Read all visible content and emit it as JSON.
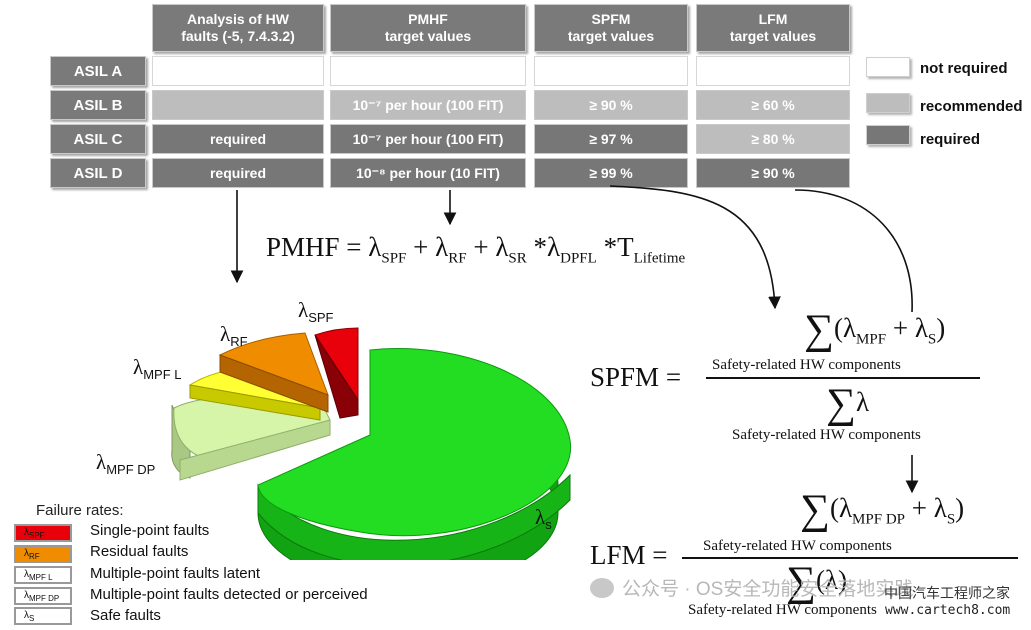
{
  "table": {
    "headers": [
      {
        "line1": "Analysis of HW",
        "line2": "faults (-5, 7.4.3.2)"
      },
      {
        "line1": "PMHF",
        "line2": "target values"
      },
      {
        "line1": "SPFM",
        "line2": "target values"
      },
      {
        "line1": "LFM",
        "line2": "target values"
      }
    ],
    "rows": [
      {
        "label": "ASIL A",
        "cells": [
          "",
          "",
          "",
          ""
        ]
      },
      {
        "label": "ASIL B",
        "cells": [
          "",
          "10⁻⁷ per hour (100 FIT)",
          "≥ 90 %",
          "≥ 60 %"
        ]
      },
      {
        "label": "ASIL C",
        "cells": [
          "required",
          "10⁻⁷ per hour (100 FIT)",
          "≥ 97 %",
          "≥ 80 %"
        ]
      },
      {
        "label": "ASIL D",
        "cells": [
          "required",
          "10⁻⁸ per hour (10 FIT)",
          "≥ 99 %",
          "≥ 90 %"
        ]
      }
    ]
  },
  "legend": {
    "not_required": "not required",
    "recommended": "recommended",
    "required": "required"
  },
  "colors": {
    "not_required": "#ffffff",
    "recommended": "#bdbdbd",
    "required": "#777777",
    "spf": "#e8000b",
    "rf": "#f08c00",
    "mpf_l": "#ffff33",
    "mpf_dp": "#d6f5a8",
    "safe": "#22dd22"
  },
  "formulas": {
    "pmhf": {
      "name": "PMHF",
      "eq": "=",
      "lambda": "λ",
      "plus": "+",
      "times": "*",
      "spf": "SPF",
      "rf": "RF",
      "sr": "SR",
      "dpfl": "DPFL",
      "t": "T",
      "lifetime": "Lifetime"
    },
    "spfm": {
      "name": "SPFM",
      "eq": "=",
      "sum": "∑",
      "lambda": "λ",
      "plus": "+",
      "mpf": "MPF",
      "s": "S",
      "num_sub": "Safety-related HW components",
      "den_sub": "Safety-related HW components"
    },
    "lfm": {
      "name": "LFM",
      "eq": "=",
      "sum": "∑",
      "lambda": "λ",
      "plus": "+",
      "mpfdp": "MPF DP",
      "s": "S",
      "num_sub": "Safety-related HW components",
      "den_sub": "Safety-related HW components"
    }
  },
  "pie": {
    "lambda": "λ",
    "labels": {
      "spf": "SPF",
      "rf": "RF",
      "mpf_l": "MPF L",
      "mpf_dp": "MPF DP",
      "safe": "s"
    }
  },
  "failure_rates": {
    "title": "Failure rates:",
    "items": [
      {
        "sym": "SPF",
        "text": "Single-point faults",
        "color": "#e8000b"
      },
      {
        "sym": "RF",
        "text": "Residual faults",
        "color": "#f08c00"
      },
      {
        "sym": "MPF L",
        "text": "Multiple-point faults latent",
        "color": "#ffffff"
      },
      {
        "sym": "MPF DP",
        "text": "Multiple-point faults detected or perceived",
        "color": "#ffffff"
      },
      {
        "sym": "S",
        "text": "Safe faults",
        "color": "#ffffff"
      }
    ]
  },
  "watermark": {
    "text1": "公众号 · OS安全功能安全落地实践",
    "text2": "中国汽车工程师之家",
    "text3": "www.cartech8.com"
  }
}
